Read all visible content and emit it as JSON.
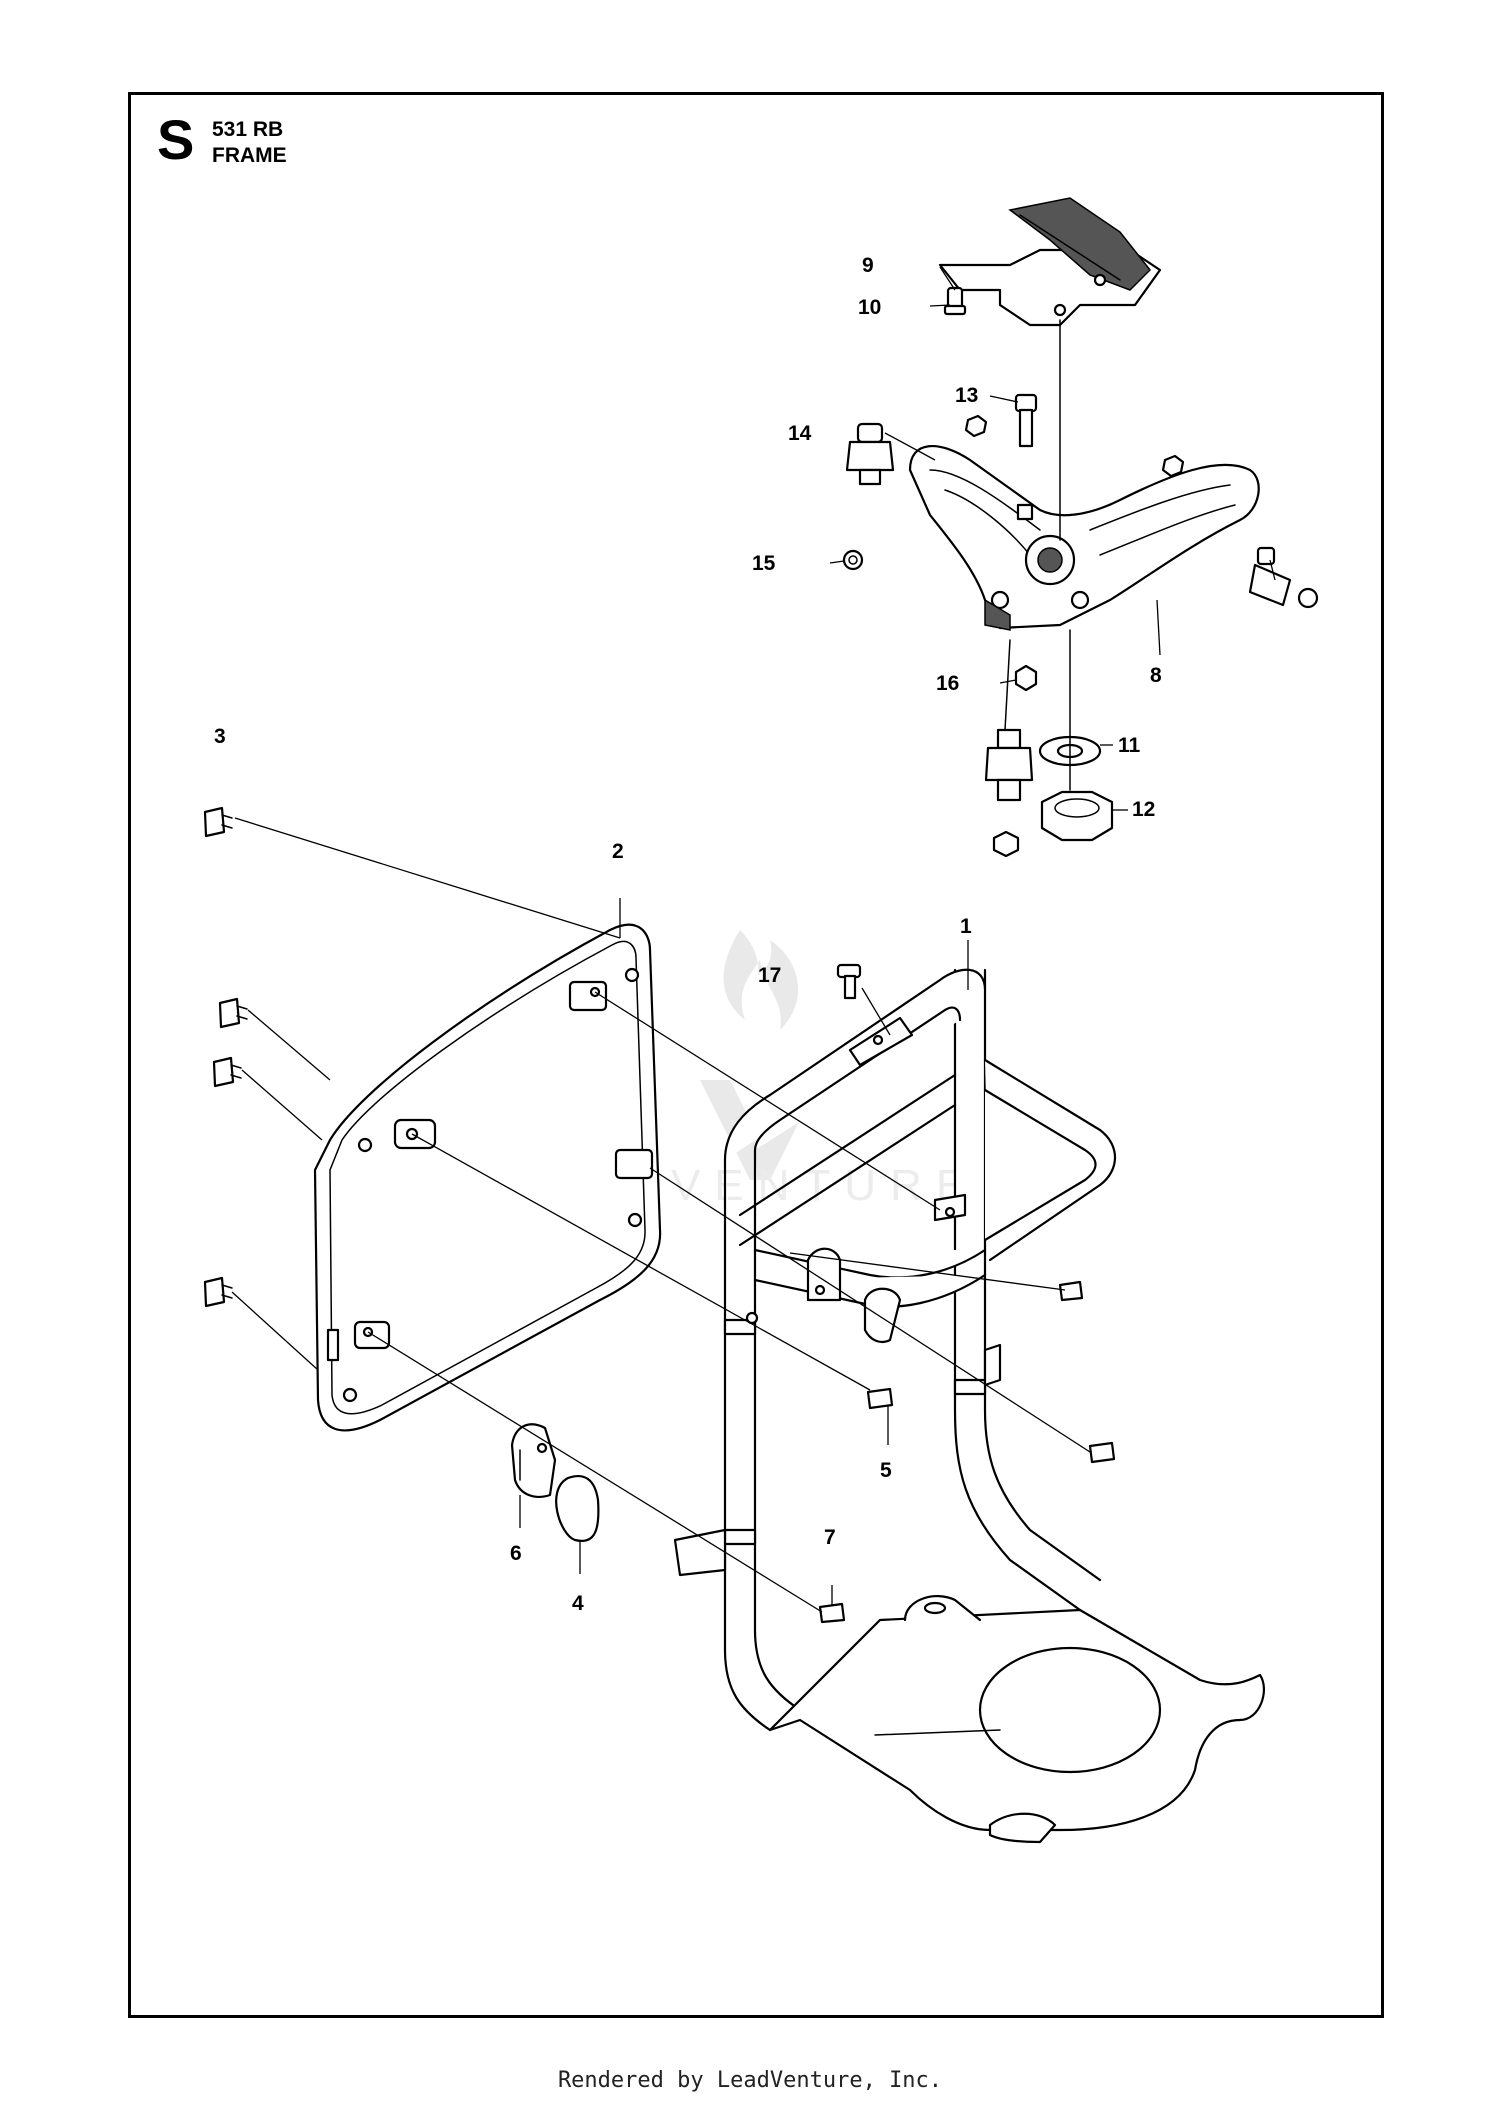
{
  "header": {
    "section_letter": "S",
    "model": "531 RB",
    "title": "FRAME"
  },
  "watermark": {
    "text": "LEADVENTURE"
  },
  "footer": {
    "text": "Rendered by LeadVenture, Inc."
  },
  "callouts": [
    "1",
    "2",
    "3",
    "4",
    "5",
    "6",
    "7",
    "8",
    "9",
    "10",
    "11",
    "12",
    "13",
    "14",
    "15",
    "16",
    "17"
  ]
}
